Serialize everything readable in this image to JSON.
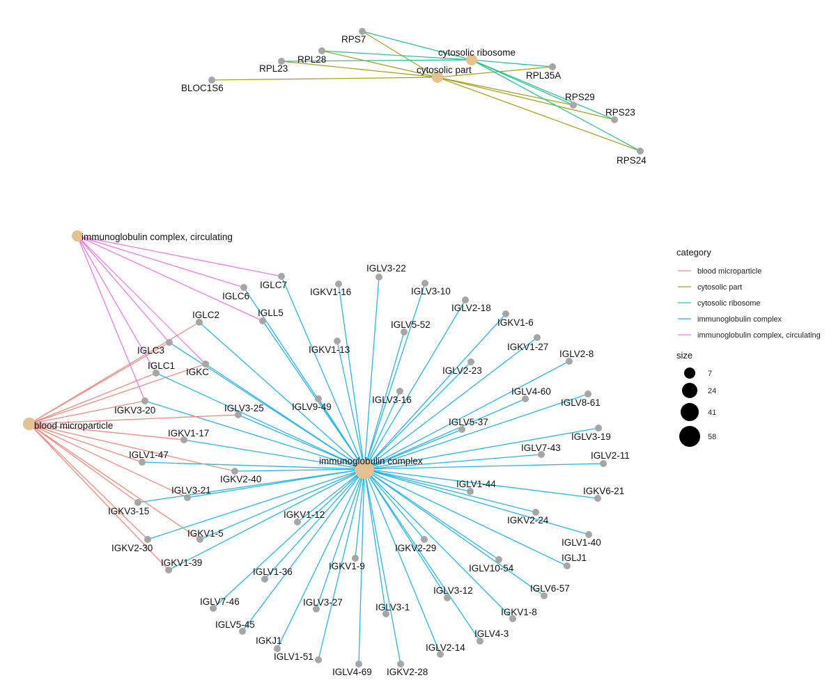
{
  "colors": {
    "gene_node": "#a6a6a6",
    "category_node": "#e3c28f",
    "blood microparticle": "#f08a80",
    "cytosolic part": "#a3a51f",
    "cytosolic ribosome": "#2fc394",
    "immunoglobulin complex": "#25b6ea",
    "immunoglobulin complex, circulating": "#ea7ae8"
  },
  "legend": {
    "category_title": "category",
    "categories": [
      "blood microparticle",
      "cytosolic part",
      "cytosolic ribosome",
      "immunoglobulin complex",
      "immunoglobulin complex, circulating"
    ],
    "size_title": "size",
    "sizes": [
      "7",
      "24",
      "41",
      "58"
    ]
  },
  "category_nodes": [
    {
      "name": "cytosolic ribosome",
      "size": 9
    },
    {
      "name": "cytosolic part",
      "size": 10
    },
    {
      "name": "immunoglobulin complex, circulating",
      "size": 12
    },
    {
      "name": "blood microparticle",
      "size": 17
    },
    {
      "name": "immunoglobulin complex",
      "size": 58
    }
  ],
  "gene_nodes": [
    {
      "name": "RPS7",
      "categories": [
        "cytosolic part",
        "cytosolic ribosome"
      ]
    },
    {
      "name": "RPL28",
      "categories": [
        "cytosolic part",
        "cytosolic ribosome"
      ]
    },
    {
      "name": "RPL23",
      "categories": [
        "cytosolic part",
        "cytosolic ribosome"
      ]
    },
    {
      "name": "BLOC1S6",
      "categories": [
        "cytosolic part"
      ]
    },
    {
      "name": "RPL35A",
      "categories": [
        "cytosolic part",
        "cytosolic ribosome"
      ]
    },
    {
      "name": "RPS29",
      "categories": [
        "cytosolic part",
        "cytosolic ribosome"
      ]
    },
    {
      "name": "RPS23",
      "categories": [
        "cytosolic part",
        "cytosolic ribosome"
      ]
    },
    {
      "name": "RPS24",
      "categories": [
        "cytosolic part",
        "cytosolic ribosome"
      ]
    },
    {
      "name": "IGLC7",
      "categories": [
        "immunoglobulin complex, circulating",
        "immunoglobulin complex"
      ]
    },
    {
      "name": "IGLC6",
      "categories": [
        "immunoglobulin complex, circulating",
        "immunoglobulin complex"
      ]
    },
    {
      "name": "IGLL5",
      "categories": [
        "immunoglobulin complex, circulating",
        "immunoglobulin complex"
      ]
    },
    {
      "name": "IGLC2",
      "categories": [
        "blood microparticle",
        "immunoglobulin complex"
      ]
    },
    {
      "name": "IGLC3",
      "categories": [
        "immunoglobulin complex, circulating",
        "blood microparticle",
        "immunoglobulin complex"
      ]
    },
    {
      "name": "IGKC",
      "categories": [
        "immunoglobulin complex, circulating",
        "blood microparticle",
        "immunoglobulin complex"
      ]
    },
    {
      "name": "IGLC1",
      "categories": [
        "immunoglobulin complex, circulating",
        "blood microparticle",
        "immunoglobulin complex"
      ]
    },
    {
      "name": "IGKV3-20",
      "categories": [
        "immunoglobulin complex, circulating",
        "blood microparticle",
        "immunoglobulin complex"
      ]
    },
    {
      "name": "IGLV3-25",
      "categories": [
        "blood microparticle",
        "immunoglobulin complex"
      ]
    },
    {
      "name": "IGKV1-17",
      "categories": [
        "blood microparticle",
        "immunoglobulin complex"
      ]
    },
    {
      "name": "IGLV1-47",
      "categories": [
        "blood microparticle",
        "immunoglobulin complex"
      ]
    },
    {
      "name": "IGKV2-40",
      "categories": [
        "blood microparticle",
        "immunoglobulin complex"
      ]
    },
    {
      "name": "IGLV3-21",
      "categories": [
        "blood microparticle",
        "immunoglobulin complex"
      ]
    },
    {
      "name": "IGKV3-15",
      "categories": [
        "blood microparticle",
        "immunoglobulin complex"
      ]
    },
    {
      "name": "IGKV1-5",
      "categories": [
        "blood microparticle",
        "immunoglobulin complex"
      ]
    },
    {
      "name": "IGKV2-30",
      "categories": [
        "blood microparticle",
        "immunoglobulin complex"
      ]
    },
    {
      "name": "IGKV1-39",
      "categories": [
        "blood microparticle",
        "immunoglobulin complex"
      ]
    },
    {
      "name": "IGLV3-22",
      "categories": [
        "immunoglobulin complex"
      ]
    },
    {
      "name": "IGKV1-16",
      "categories": [
        "immunoglobulin complex"
      ]
    },
    {
      "name": "IGLV3-10",
      "categories": [
        "immunoglobulin complex"
      ]
    },
    {
      "name": "IGLV2-18",
      "categories": [
        "immunoglobulin complex"
      ]
    },
    {
      "name": "IGKV1-6",
      "categories": [
        "immunoglobulin complex"
      ]
    },
    {
      "name": "IGLV5-52",
      "categories": [
        "immunoglobulin complex"
      ]
    },
    {
      "name": "IGKV1-27",
      "categories": [
        "immunoglobulin complex"
      ]
    },
    {
      "name": "IGKV1-13",
      "categories": [
        "immunoglobulin complex"
      ]
    },
    {
      "name": "IGLV2-8",
      "categories": [
        "immunoglobulin complex"
      ]
    },
    {
      "name": "IGLV2-23",
      "categories": [
        "immunoglobulin complex"
      ]
    },
    {
      "name": "IGLV3-16",
      "categories": [
        "immunoglobulin complex"
      ]
    },
    {
      "name": "IGLV4-60",
      "categories": [
        "immunoglobulin complex"
      ]
    },
    {
      "name": "IGLV8-61",
      "categories": [
        "immunoglobulin complex"
      ]
    },
    {
      "name": "IGLV9-49",
      "categories": [
        "immunoglobulin complex"
      ]
    },
    {
      "name": "IGLV5-37",
      "categories": [
        "immunoglobulin complex"
      ]
    },
    {
      "name": "IGLV3-19",
      "categories": [
        "immunoglobulin complex"
      ]
    },
    {
      "name": "IGLV7-43",
      "categories": [
        "immunoglobulin complex"
      ]
    },
    {
      "name": "IGLV2-11",
      "categories": [
        "immunoglobulin complex"
      ]
    },
    {
      "name": "IGLV1-44",
      "categories": [
        "immunoglobulin complex"
      ]
    },
    {
      "name": "IGKV6-21",
      "categories": [
        "immunoglobulin complex"
      ]
    },
    {
      "name": "IGKV2-24",
      "categories": [
        "immunoglobulin complex"
      ]
    },
    {
      "name": "IGLV1-40",
      "categories": [
        "immunoglobulin complex"
      ]
    },
    {
      "name": "IGKV1-12",
      "categories": [
        "immunoglobulin complex"
      ]
    },
    {
      "name": "IGKV2-29",
      "categories": [
        "immunoglobulin complex"
      ]
    },
    {
      "name": "IGLJ1",
      "categories": [
        "immunoglobulin complex"
      ]
    },
    {
      "name": "IGLV10-54",
      "categories": [
        "immunoglobulin complex"
      ]
    },
    {
      "name": "IGKV1-9",
      "categories": [
        "immunoglobulin complex"
      ]
    },
    {
      "name": "IGLV1-36",
      "categories": [
        "immunoglobulin complex"
      ]
    },
    {
      "name": "IGLV6-57",
      "categories": [
        "immunoglobulin complex"
      ]
    },
    {
      "name": "IGLV3-12",
      "categories": [
        "immunoglobulin complex"
      ]
    },
    {
      "name": "IGLV7-46",
      "categories": [
        "immunoglobulin complex"
      ]
    },
    {
      "name": "IGLV3-27",
      "categories": [
        "immunoglobulin complex"
      ]
    },
    {
      "name": "IGLV3-1",
      "categories": [
        "immunoglobulin complex"
      ]
    },
    {
      "name": "IGKV1-8",
      "categories": [
        "immunoglobulin complex"
      ]
    },
    {
      "name": "IGLV5-45",
      "categories": [
        "immunoglobulin complex"
      ]
    },
    {
      "name": "IGLV4-3",
      "categories": [
        "immunoglobulin complex"
      ]
    },
    {
      "name": "IGKJ1",
      "categories": [
        "immunoglobulin complex"
      ]
    },
    {
      "name": "IGLV2-14",
      "categories": [
        "immunoglobulin complex"
      ]
    },
    {
      "name": "IGLV1-51",
      "categories": [
        "immunoglobulin complex"
      ]
    },
    {
      "name": "IGLV4-69",
      "categories": [
        "immunoglobulin complex"
      ]
    },
    {
      "name": "IGKV2-28",
      "categories": [
        "immunoglobulin complex"
      ]
    }
  ]
}
